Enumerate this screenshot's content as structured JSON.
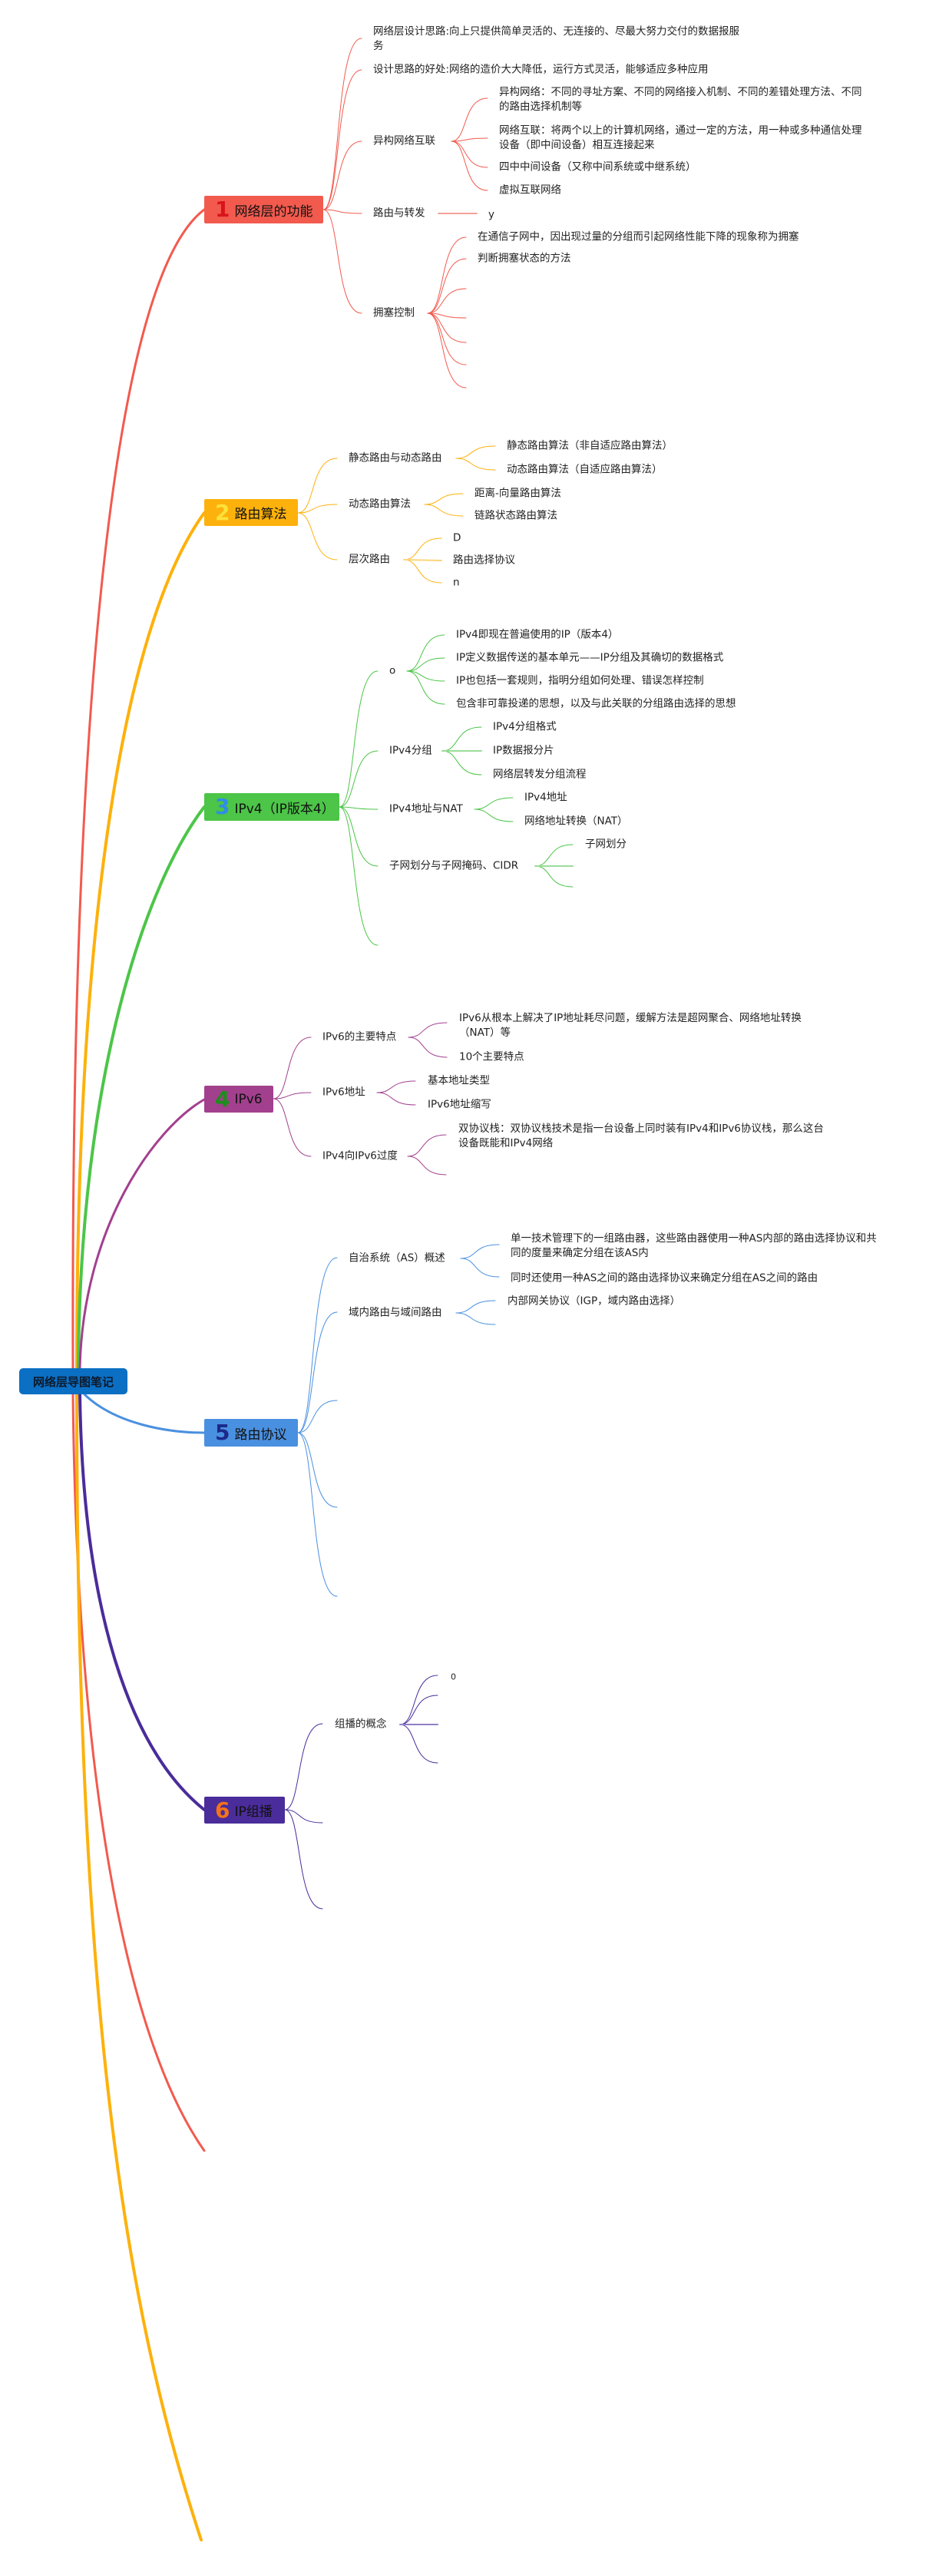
{
  "root": {
    "title": "网络层导图笔记",
    "color": "#0b6fc4"
  },
  "branches": [
    {
      "number": "1",
      "title": "网络层的功能",
      "color": "#f25a4e",
      "number_color": "#d8141b",
      "children": [
        {
          "lines": [
            "网络层设计思路:向上只提供简单灵活的、无连接的、尽最大努力交付的数据报服",
            "务"
          ]
        },
        {
          "label": "设计思路的好处:网络的造价大大降低，运行方式灵活，能够适应多种应用"
        },
        {
          "label": "异构网络互联",
          "children": [
            {
              "lines": [
                "异构网络：不同的寻址方案、不同的网络接入机制、不同的差错处理方法、不同",
                "的路由选择机制等"
              ]
            },
            {
              "lines": [
                "网络互联：将两个以上的计算机网络，通过一定的方法，用一种或多种通信处理",
                "设备（即中间设备）相互连接起来"
              ]
            },
            {
              "label": "四中中间设备（又称中间系统或中继系统）"
            },
            {
              "label": "虚拟互联网络"
            }
          ]
        },
        {
          "label": "路由与转发",
          "children": [
            {
              "label": "y"
            }
          ]
        },
        {
          "label": "拥塞控制",
          "children": [
            {
              "label": "在通信子网中，因出现过量的分组而引起网络性能下降的现象称为拥塞"
            },
            {
              "label": "判断拥塞状态的方法"
            }
          ]
        }
      ]
    },
    {
      "number": "2",
      "title": "路由算法",
      "color": "#fdb10c",
      "number_color": "#ffe23a",
      "children": [
        {
          "label": "静态路由与动态路由",
          "children": [
            {
              "label": "静态路由算法（非自适应路由算法）"
            },
            {
              "label": "动态路由算法（自适应路由算法）"
            }
          ]
        },
        {
          "label": "动态路由算法",
          "children": [
            {
              "label": "距离-向量路由算法"
            },
            {
              "label": "链路状态路由算法"
            }
          ]
        },
        {
          "label": "层次路由",
          "children": [
            {
              "label": "D"
            },
            {
              "label": "路由选择协议"
            },
            {
              "label": "n"
            }
          ]
        }
      ]
    },
    {
      "number": "3",
      "title": "IPv4（IP版本4）",
      "color": "#4cc548",
      "number_color": "#2f8de4",
      "children": [
        {
          "label": "o",
          "children": [
            {
              "label": "IPv4即现在普遍使用的IP（版本4）"
            },
            {
              "label": "IP定义数据传送的基本单元——IP分组及其确切的数据格式"
            },
            {
              "label": "IP也包括一套规则，指明分组如何处理、错误怎样控制"
            },
            {
              "label": "包含非可靠投递的思想，以及与此关联的分组路由选择的思想"
            }
          ]
        },
        {
          "label": "IPv4分组",
          "children": [
            {
              "label": "IPv4分组格式"
            },
            {
              "label": "IP数据报分片"
            },
            {
              "label": "网络层转发分组流程"
            }
          ]
        },
        {
          "label": "IPv4地址与NAT",
          "children": [
            {
              "label": "IPv4地址"
            },
            {
              "label": "网络地址转换（NAT）"
            }
          ]
        },
        {
          "label": "子网划分与子网掩码、CIDR",
          "children": [
            {
              "label": "子网划分"
            }
          ]
        }
      ]
    },
    {
      "number": "4",
      "title": "IPv6",
      "color": "#a2408e",
      "number_color": "#1a8f1a",
      "children": [
        {
          "label": "IPv6的主要特点",
          "children": [
            {
              "lines": [
                "IPv6从根本上解决了IP地址耗尽问题，缓解方法是超网聚合、网络地址转换",
                "（NAT）等"
              ]
            },
            {
              "label": "10个主要特点"
            }
          ]
        },
        {
          "label": "IPv6地址",
          "children": [
            {
              "label": "基本地址类型"
            },
            {
              "label": "IPv6地址缩写"
            }
          ]
        },
        {
          "label": "IPv4向IPv6过度",
          "children": [
            {
              "lines": [
                "双协议栈：双协议栈技术是指一台设备上同时装有IPv4和IPv6协议栈，那么这台",
                "设备既能和IPv4网络"
              ]
            }
          ]
        }
      ]
    },
    {
      "number": "5",
      "title": "路由协议",
      "color": "#4a90e0",
      "number_color": "#1b2a8a",
      "children": [
        {
          "label": "自治系统（AS）概述",
          "children": [
            {
              "lines": [
                "单一技术管理下的一组路由器，这些路由器使用一种AS内部的路由选择协议和共",
                "同的度量来确定分组在该AS内"
              ]
            },
            {
              "label": "同时还使用一种AS之间的路由选择协议来确定分组在AS之间的路由"
            }
          ]
        },
        {
          "label": "域内路由与域间路由",
          "children": [
            {
              "label": "内部网关协议（IGP，域内路由选择）"
            }
          ]
        }
      ]
    },
    {
      "number": "6",
      "title": "IP组播",
      "color": "#4a2c9a",
      "number_color": "#f57316",
      "children": [
        {
          "label": "组播的概念",
          "children": [
            {
              "label": "0"
            }
          ]
        }
      ]
    }
  ]
}
